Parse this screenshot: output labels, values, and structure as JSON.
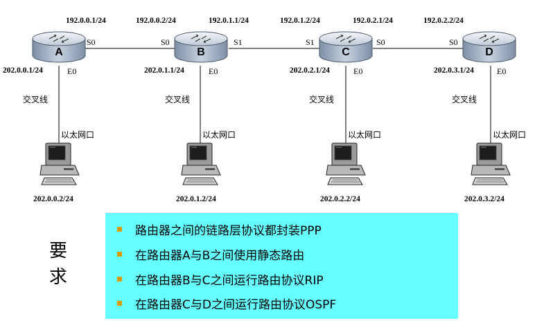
{
  "routers": [
    {
      "name": "A",
      "top_ip": "192.0.0.1/24",
      "left_ip": "202.0.0.1/24",
      "port_right": "S0",
      "port_eth": "E0"
    },
    {
      "name": "B",
      "top_left_ip": "192.0.0.2/24",
      "top_right_ip": "192.0.1.1/24",
      "left_ip": "202.0.1.1/24",
      "port_left": "S0",
      "port_right": "S1",
      "port_eth": "E0"
    },
    {
      "name": "C",
      "top_left_ip": "192.0.1.2/24",
      "top_right_ip": "192.0.2.1/24",
      "left_ip": "202.0.2.1/24",
      "port_left": "S1",
      "port_right": "S0",
      "port_eth": "E0"
    },
    {
      "name": "D",
      "top_ip": "192.0.2.2/24",
      "left_ip": "202.0.3.1/24",
      "port_left": "S0",
      "port_eth": "E0"
    }
  ],
  "hosts": [
    {
      "ip": "202.0.0.2/24",
      "cable": "交叉线",
      "interface": "以太网口"
    },
    {
      "ip": "202.0.1.2/24",
      "cable": "交叉线",
      "interface": "以太网口"
    },
    {
      "ip": "202.0.2.2/24",
      "cable": "交叉线",
      "interface": "以太网口"
    },
    {
      "ip": "202.0.3.2/24",
      "cable": "交叉线",
      "interface": "以太网口"
    }
  ],
  "requirements": {
    "title": "要求",
    "items": [
      "路由器之间的链路层协议都封装PPP",
      "在路由器A与B之间使用静态路由",
      "在路由器B与C之间运行路由协议RIP",
      "在路由器C与D之间运行路由协议OSPF"
    ]
  },
  "colors": {
    "router_body": "#9fb0c4",
    "router_top": "#e6ecf2",
    "box_bg": "#66ffff",
    "bullet": "#d89a00"
  }
}
